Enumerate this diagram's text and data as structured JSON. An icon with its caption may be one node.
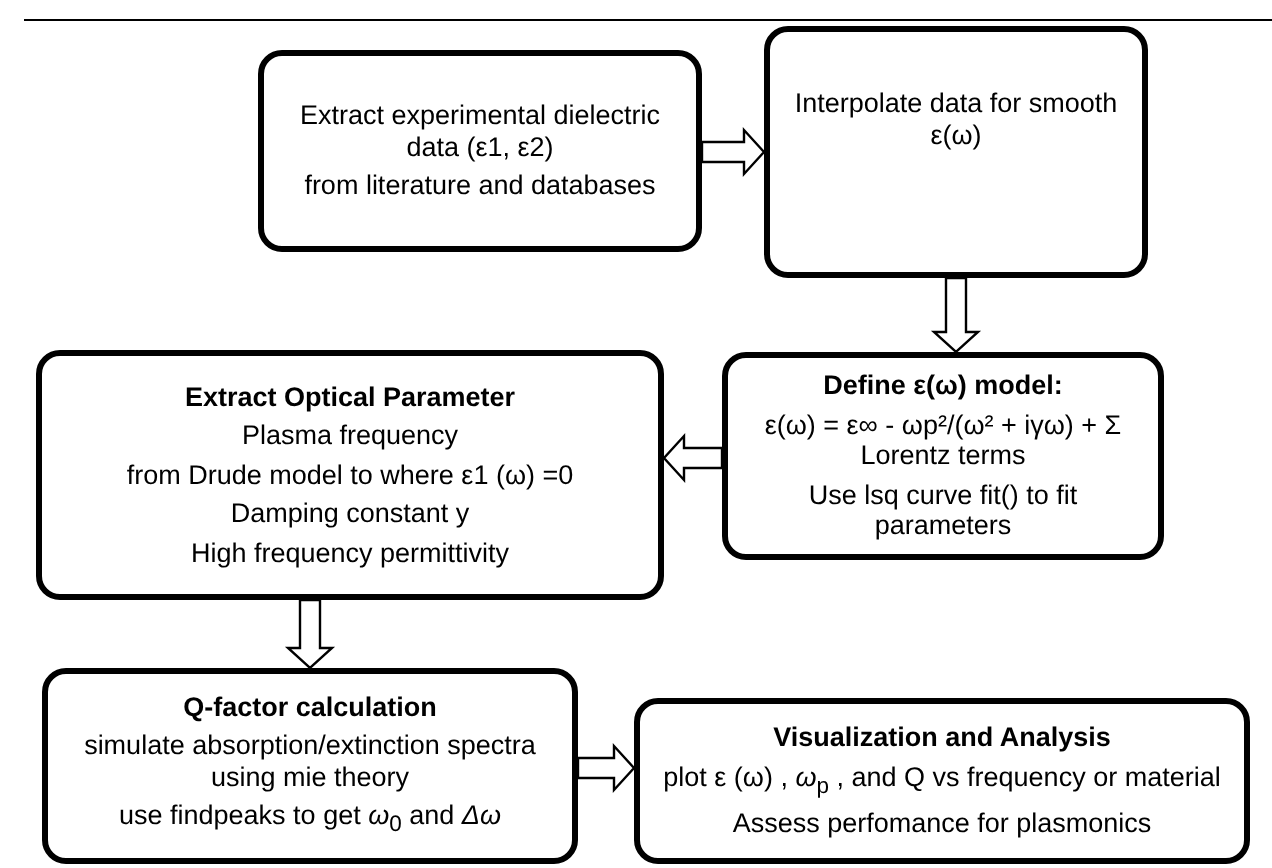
{
  "diagram": {
    "nodes": [
      {
        "text": [
          "Extract experimental dielectric data (ε1, ε2)",
          "from literature and databases"
        ]
      },
      {
        "text": [
          "Interpolate data for smooth ε(ω)"
        ]
      },
      {
        "text": [
          "Define ε(ω) model:",
          "ε(ω) = ε∞ - ωp²/(ω² + iγω) + Σ Lorentz terms",
          "Use lsq curve fit() to fit parameters"
        ]
      },
      {
        "text": [
          "Extract Optical Parameter",
          "Plasma frequency",
          "from Drude model to where ε1 (ω) =0",
          "Damping constant y",
          "High frequency permittivity"
        ]
      },
      {
        "text": [
          "Q-factor calculation",
          "simulate absorption/extinction spectra using mie theory",
          "use findpeaks to get *ω*$_{0}$ and *Δω*"
        ]
      },
      {
        "text": [
          "Visualization and Analysis",
          "plot ε (ω) , *ω*$_{p}$ , and Q vs frequency or material",
          "Assess perfomance for plasmonics"
        ]
      }
    ],
    "edges": [
      {
        "from": 0,
        "to": 1,
        "arrow": "to"
      },
      {
        "from": 1,
        "to": 2,
        "arrow": "to"
      },
      {
        "from": 2,
        "to": 3,
        "arrow": "to"
      },
      {
        "from": 3,
        "to": 4,
        "arrow": "to"
      },
      {
        "from": 4,
        "to": 5,
        "arrow": "to"
      }
    ]
  }
}
